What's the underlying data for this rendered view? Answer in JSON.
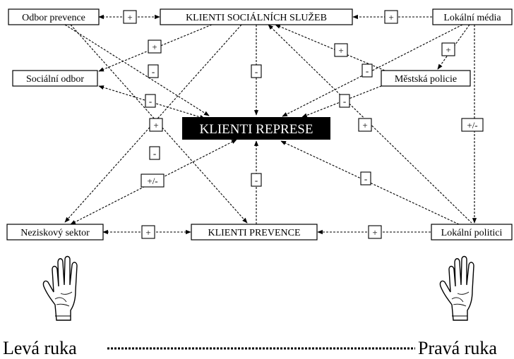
{
  "nodes": {
    "odbor_prevence": "Odbor prevence",
    "klienti_socialnich": "KLIENTI SOCIÁLNÍCH SLUŽEB",
    "lokalni_media": "Lokální média",
    "socialni_odbor": "Sociální odbor",
    "mestska_policie": "Městská policie",
    "klienti_represe": "KLIENTI REPRESE",
    "neziskovy_sektor": "Neziskový sektor",
    "klienti_prevence": "KLIENTI PREVENCE",
    "lokalni_politici": "Lokální politici"
  },
  "signs": {
    "s1": "+",
    "s2": "+",
    "s3": "+",
    "s4": "+",
    "s5": "+",
    "s6": "-",
    "s7": "-",
    "s8": "-",
    "s9": "-",
    "s10": "-",
    "s11": "+",
    "s12": "+",
    "s13": "+/-",
    "s14": "-",
    "s15": "+/-",
    "s16": "-",
    "s17": "-",
    "s18": "+",
    "s19": "+"
  },
  "footer": {
    "left": "Levá ruka",
    "right": "Pravá ruka"
  }
}
